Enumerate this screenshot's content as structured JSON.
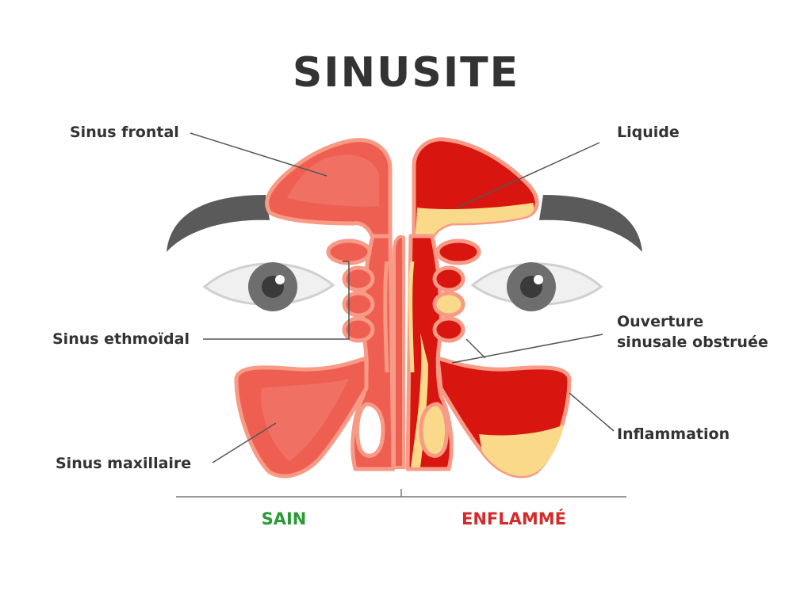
{
  "title": "SINUSITE",
  "labels": {
    "sinus_frontal": "Sinus frontal",
    "sinus_ethmoidal": "Sinus ethmoïdal",
    "sinus_maxillaire": "Sinus maxillaire",
    "liquide": "Liquide",
    "ouverture_line1": "Ouverture",
    "ouverture_line2": "sinusale obstruée",
    "inflammation": "Inflammation"
  },
  "footer": {
    "healthy": "SAIN",
    "inflamed": "ENFLAMMÉ"
  },
  "colors": {
    "title": "#333333",
    "label": "#333333",
    "healthy": "#2a9a35",
    "inflamed": "#d42b2b",
    "healthy_fill": "#ee5f52",
    "inflamed_fill": "#d8150f",
    "fluid": "#fbd98a",
    "outline": "#f79a86",
    "eyebrow": "#5a5a5a"
  }
}
